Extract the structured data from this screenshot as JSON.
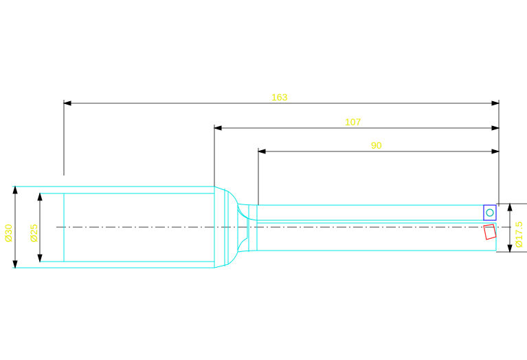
{
  "colors": {
    "background": "#ffffff",
    "outline": "#00e5e5",
    "dimension_line": "#000000",
    "dimension_text": "#e8e800",
    "insert": "#1a1aff",
    "insert_hole": "#00b0b0",
    "insert_alt": "#ff2020"
  },
  "dimensions": {
    "overall_length": "163",
    "flute_length": "107",
    "body_length": "90",
    "shank_diameter": "Ø30",
    "shank_inner_diameter": "Ø25",
    "cutting_diameter": "Ø17.5"
  }
}
